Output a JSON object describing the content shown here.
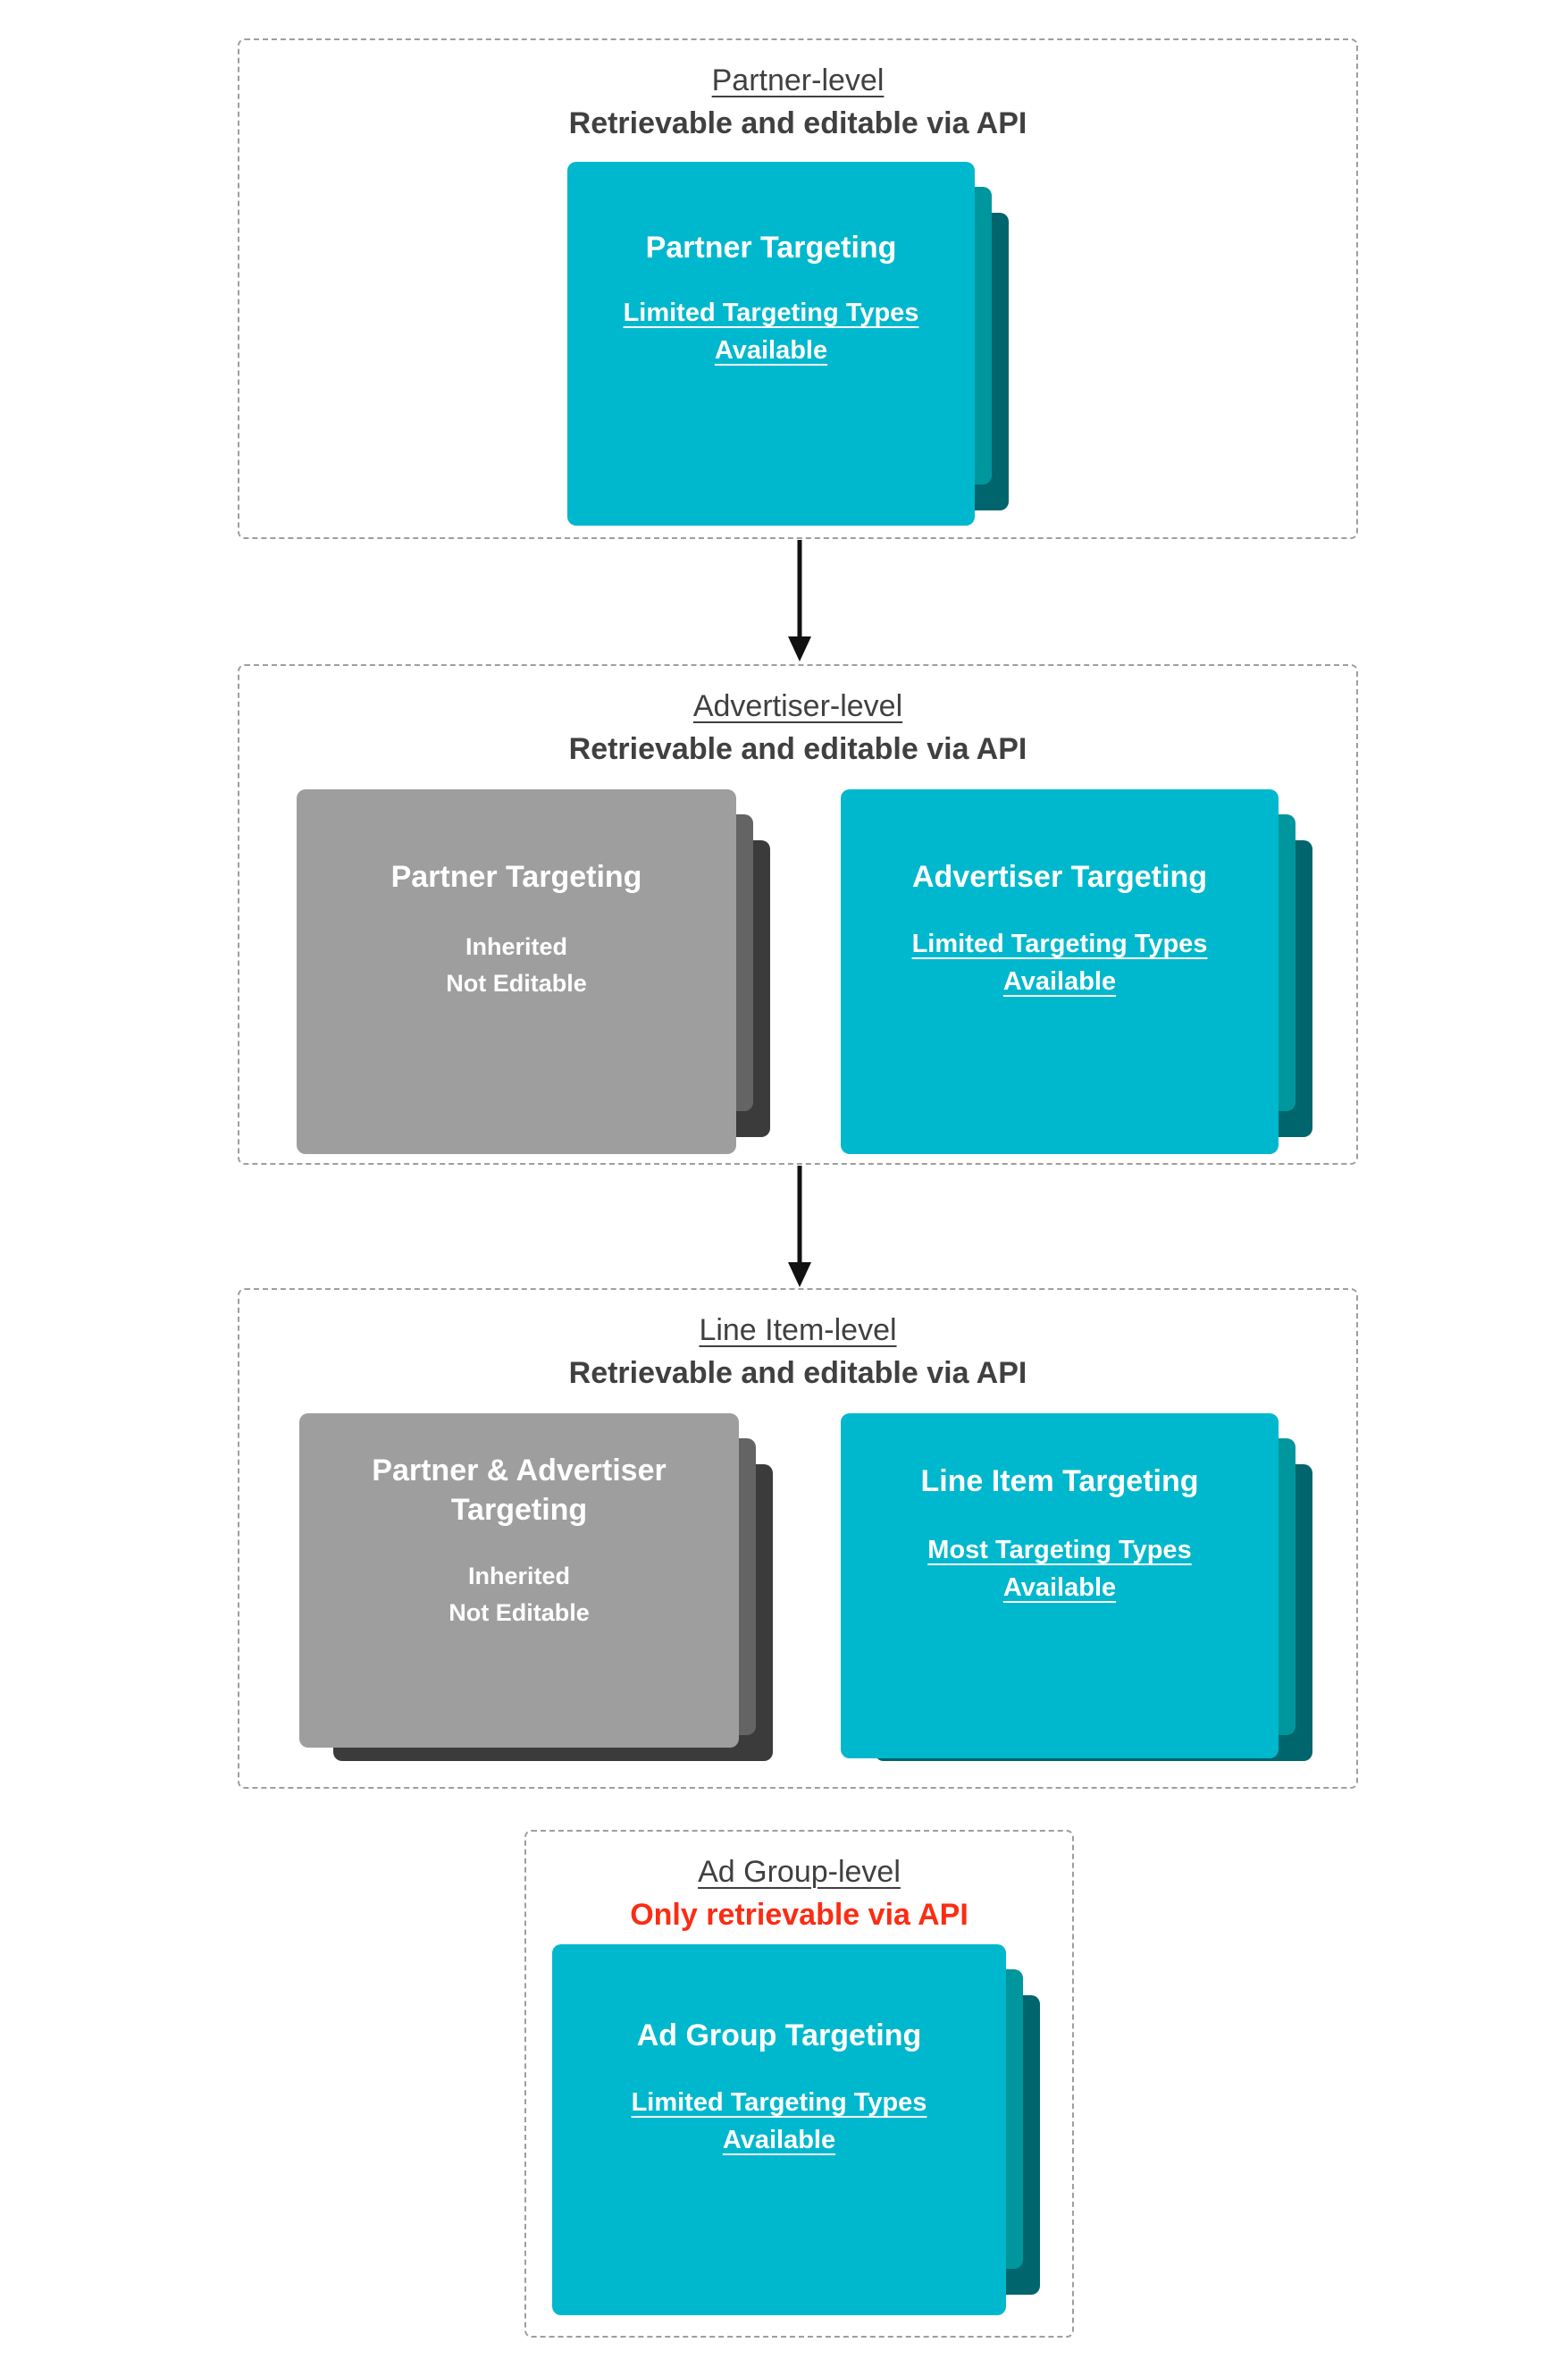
{
  "colors": {
    "teal_front": "#00b8cd",
    "teal_mid": "#00969e",
    "teal_back": "#00656c",
    "gray_front": "#9e9e9e",
    "gray_mid": "#646464",
    "gray_back": "#3b3b3b",
    "section_title_text": "#404040",
    "red_subtitle_text": "#fa2d14",
    "card_text": "#ffffff",
    "dashed_border": "#9e9e9e",
    "arrow": "#111111"
  },
  "sections": [
    {
      "title": "Partner-level",
      "subtitle": "Retrievable and editable via API",
      "subtitle_style": "dark",
      "stacks": [
        {
          "variant": "teal",
          "title_lines": [
            "Partner Targeting"
          ],
          "subtitle_lines": [
            "Limited Targeting Types",
            "Available"
          ],
          "body_lines": []
        }
      ]
    },
    {
      "title": "Advertiser-level",
      "subtitle": "Retrievable and editable via API",
      "subtitle_style": "dark",
      "stacks": [
        {
          "variant": "gray",
          "title_lines": [
            "Partner Targeting"
          ],
          "subtitle_lines": [],
          "body_lines": [
            "Inherited",
            "Not Editable"
          ]
        },
        {
          "variant": "teal",
          "title_lines": [
            "Advertiser Targeting"
          ],
          "subtitle_lines": [
            "Limited Targeting Types",
            "Available"
          ],
          "body_lines": []
        }
      ]
    },
    {
      "title": "Line Item-level",
      "subtitle": "Retrievable and editable via API",
      "subtitle_style": "dark",
      "stacks": [
        {
          "variant": "gray",
          "title_lines": [
            "Partner & Advertiser",
            "Targeting"
          ],
          "subtitle_lines": [],
          "body_lines": [
            "Inherited",
            "Not Editable"
          ]
        },
        {
          "variant": "teal",
          "title_lines": [
            "Line Item Targeting"
          ],
          "subtitle_lines": [
            "Most Targeting Types",
            "Available"
          ],
          "body_lines": []
        }
      ]
    },
    {
      "title": "Ad Group-level",
      "subtitle": "Only retrievable via API",
      "subtitle_style": "red",
      "stacks": [
        {
          "variant": "teal",
          "title_lines": [
            "Ad Group Targeting"
          ],
          "subtitle_lines": [
            "Limited Targeting Types",
            "Available"
          ],
          "body_lines": []
        }
      ]
    }
  ]
}
